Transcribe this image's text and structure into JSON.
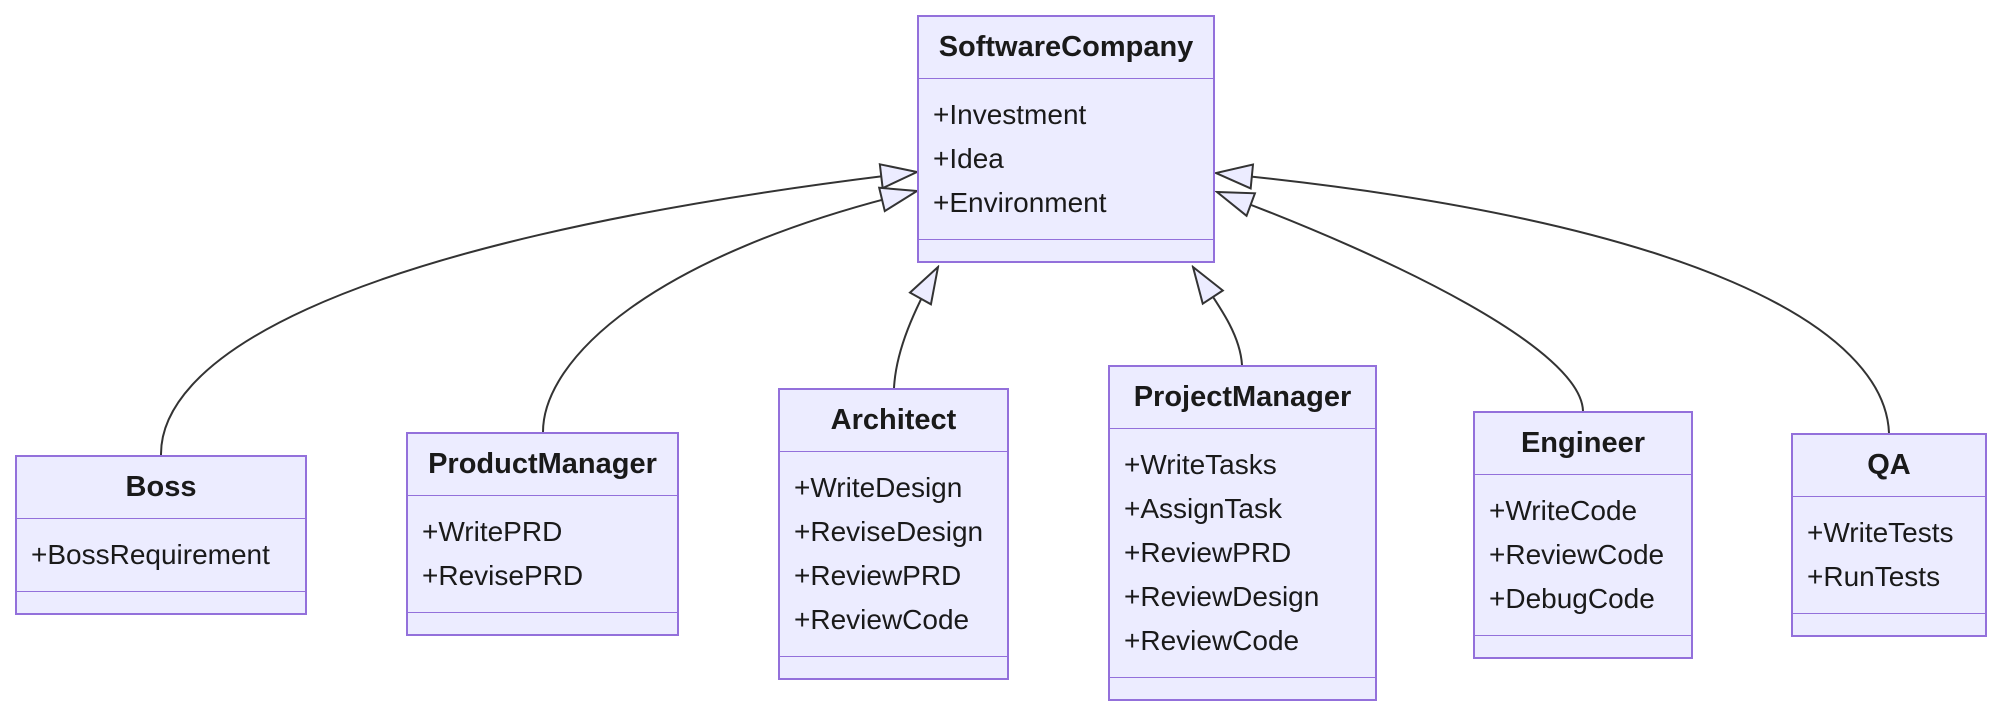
{
  "diagram": {
    "type": "uml-class-diagram",
    "classes": [
      {
        "name": "SoftwareCompany",
        "members": [
          "+Investment",
          "+Idea",
          "+Environment"
        ]
      },
      {
        "name": "Boss",
        "members": [
          "+BossRequirement"
        ]
      },
      {
        "name": "ProductManager",
        "members": [
          "+WritePRD",
          "+RevisePRD"
        ]
      },
      {
        "name": "Architect",
        "members": [
          "+WriteDesign",
          "+ReviseDesign",
          "+ReviewPRD",
          "+ReviewCode"
        ]
      },
      {
        "name": "ProjectManager",
        "members": [
          "+WriteTasks",
          "+AssignTask",
          "+ReviewPRD",
          "+ReviewDesign",
          "+ReviewCode"
        ]
      },
      {
        "name": "Engineer",
        "members": [
          "+WriteCode",
          "+ReviewCode",
          "+DebugCode"
        ]
      },
      {
        "name": "QA",
        "members": [
          "+WriteTests",
          "+RunTests"
        ]
      }
    ],
    "relations": [
      {
        "from": "Boss",
        "to": "SoftwareCompany",
        "type": "inheritance"
      },
      {
        "from": "ProductManager",
        "to": "SoftwareCompany",
        "type": "inheritance"
      },
      {
        "from": "Architect",
        "to": "SoftwareCompany",
        "type": "inheritance"
      },
      {
        "from": "ProjectManager",
        "to": "SoftwareCompany",
        "type": "inheritance"
      },
      {
        "from": "Engineer",
        "to": "SoftwareCompany",
        "type": "inheritance"
      },
      {
        "from": "QA",
        "to": "SoftwareCompany",
        "type": "inheritance"
      }
    ],
    "colors": {
      "class_fill": "#ECECFF",
      "class_border": "#9370DB",
      "edge_line": "#333333",
      "text": "#1A1A1A",
      "background": "#FFFFFF"
    }
  }
}
